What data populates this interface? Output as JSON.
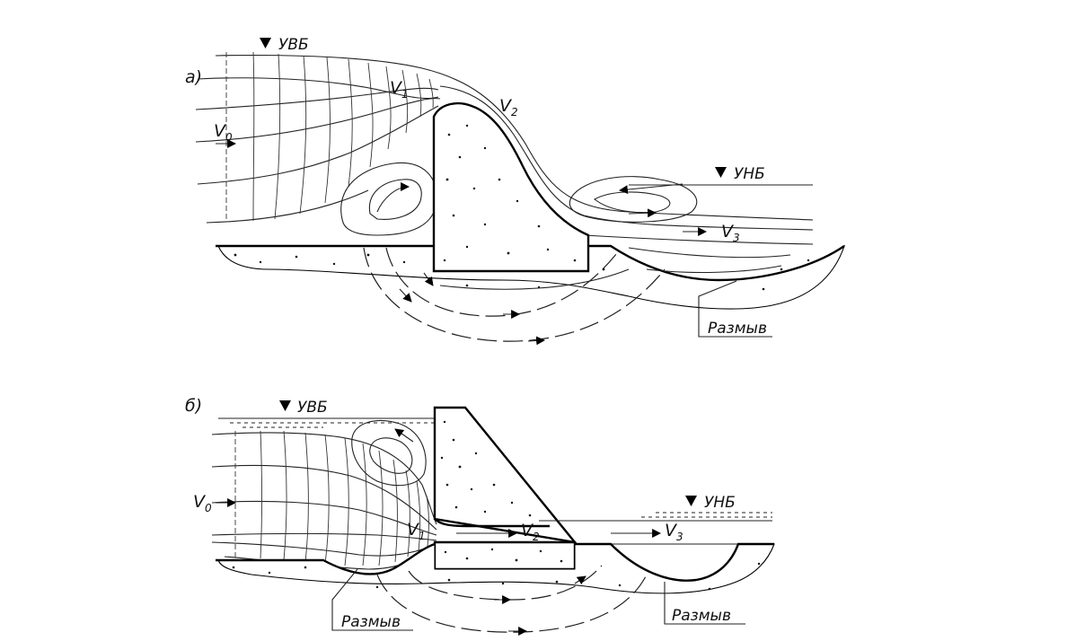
{
  "labels": {
    "a": "а)",
    "b": "б)",
    "uvb": "УВБ",
    "unb": "УНБ",
    "v": "V",
    "sub0": "0",
    "sub1": "1",
    "sub2": "2",
    "sub3": "3",
    "razmyv": "Размыв"
  },
  "level_marker_icon": "triangle-down-icon"
}
